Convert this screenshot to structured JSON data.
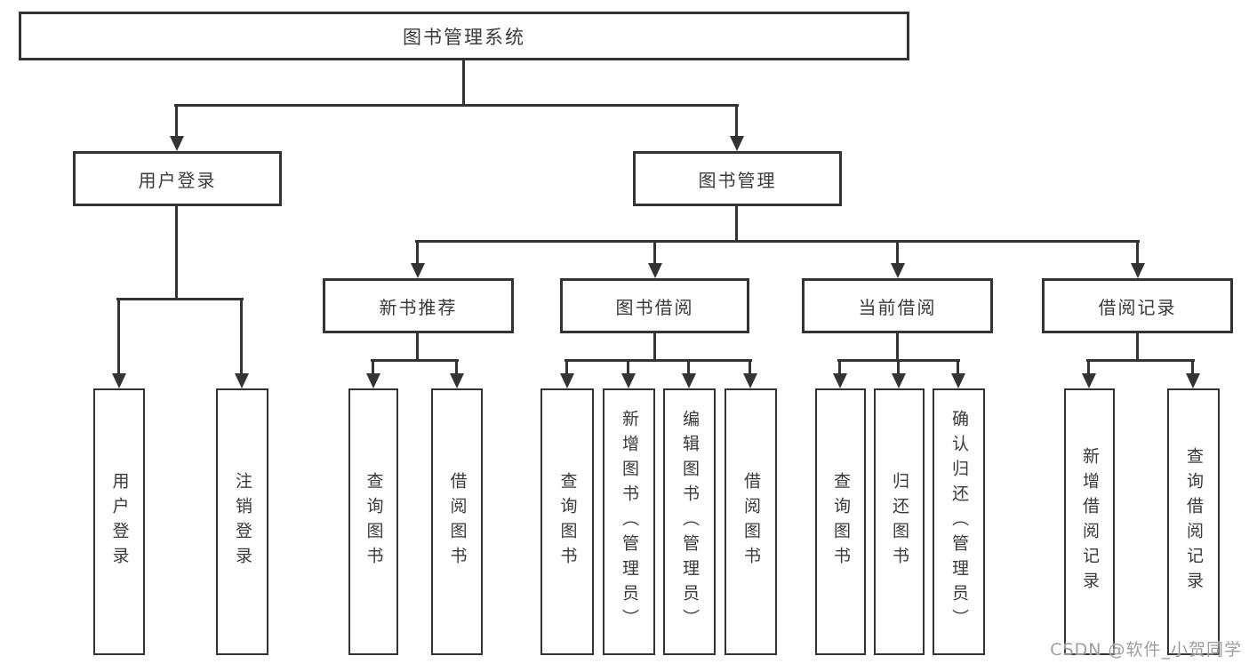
{
  "diagram": {
    "title": "图书管理系统",
    "root": {
      "label": "图书管理系统"
    },
    "level2": [
      {
        "label": "用户登录"
      },
      {
        "label": "图书管理"
      }
    ],
    "level3": [
      {
        "label": "新书推荐",
        "parent": "图书管理"
      },
      {
        "label": "图书借阅",
        "parent": "图书管理"
      },
      {
        "label": "当前借阅",
        "parent": "图书管理"
      },
      {
        "label": "借阅记录",
        "parent": "图书管理"
      }
    ],
    "leaves": [
      {
        "label": "用户登录",
        "parent": "用户登录"
      },
      {
        "label": "注销登录",
        "parent": "用户登录"
      },
      {
        "label": "查询图书",
        "parent": "新书推荐"
      },
      {
        "label": "借阅图书",
        "parent": "新书推荐"
      },
      {
        "label": "查询图书",
        "parent": "图书借阅"
      },
      {
        "label": "新增图书（管理员）",
        "parent": "图书借阅"
      },
      {
        "label": "编辑图书（管理员）",
        "parent": "图书借阅"
      },
      {
        "label": "借阅图书",
        "parent": "图书借阅"
      },
      {
        "label": "查询图书",
        "parent": "当前借阅"
      },
      {
        "label": "归还图书",
        "parent": "当前借阅"
      },
      {
        "label": "确认归还（管理员）",
        "parent": "当前借阅"
      },
      {
        "label": "新增借阅记录",
        "parent": "借阅记录"
      },
      {
        "label": "查询借阅记录",
        "parent": "借阅记录"
      }
    ]
  },
  "watermark": "CSDN @软件_小贺同学",
  "colors": {
    "line": "#333333",
    "text": "#3a3a3a",
    "background": "#ffffff",
    "watermark": "#9e9ea2"
  }
}
